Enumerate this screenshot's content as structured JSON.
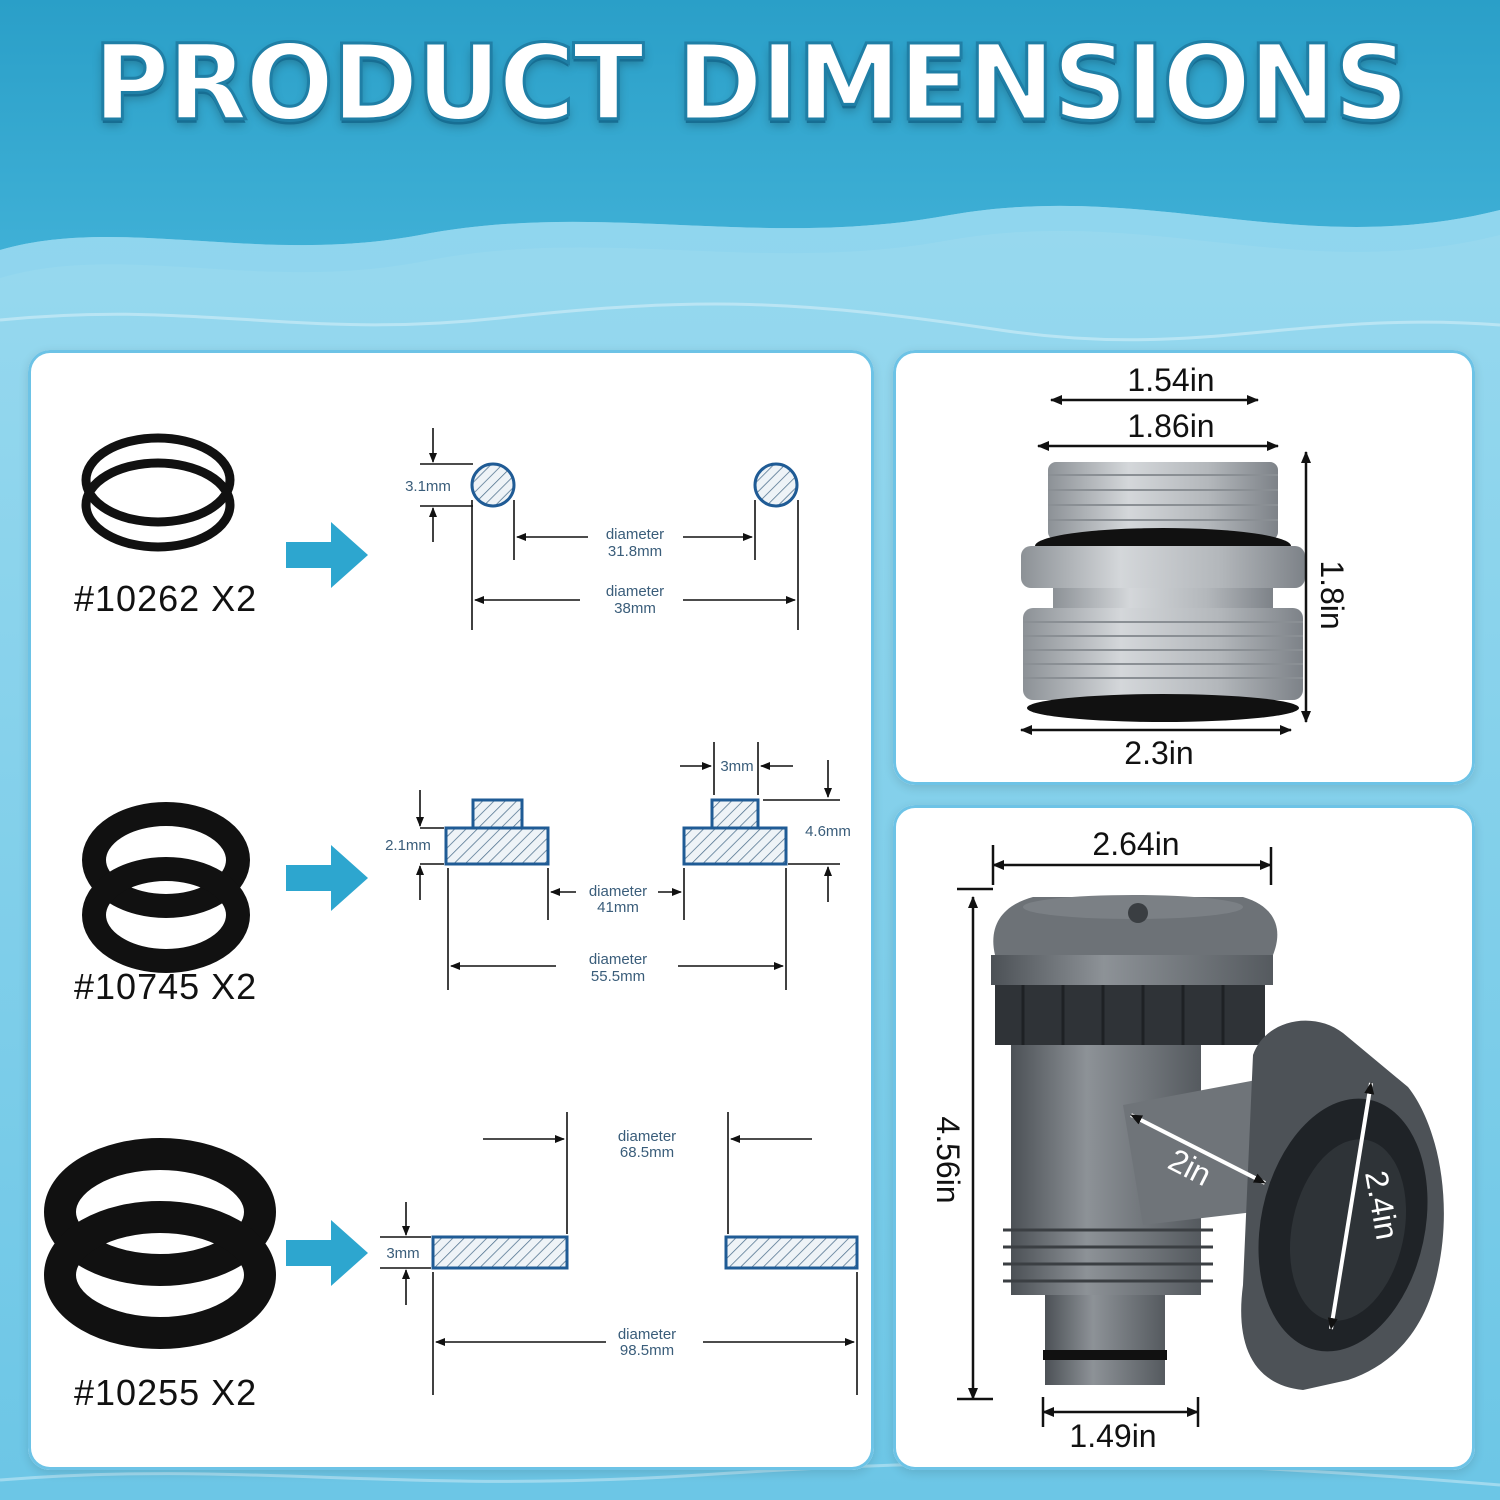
{
  "title": "PRODUCT DIMENSIONS",
  "colors": {
    "accent": "#2da6cf",
    "section_blue": "#1f5b95",
    "panel_border": "#6dc3e6",
    "water": "#7fd0ea",
    "banner": "#2a9fc8"
  },
  "left_panel": {
    "parts": [
      {
        "label": "#10262 X2",
        "icon": "o-ring-pair-icon",
        "cross_section": "3.1mm",
        "inner_label": "diameter",
        "inner_value": "31.8mm",
        "outer_label": "diameter",
        "outer_value": "38mm"
      },
      {
        "label": "#10745 X2",
        "icon": "stepped-washer-pair-icon",
        "height_a": "2.1mm",
        "step_width": "3mm",
        "height_b": "4.6mm",
        "inner_label": "diameter",
        "inner_value": "41mm",
        "outer_label": "diameter",
        "outer_value": "55.5mm"
      },
      {
        "label": "#10255 X2",
        "icon": "flat-washer-pair-icon",
        "thickness": "3mm",
        "inner_label": "diameter",
        "inner_value": "68.5mm",
        "outer_label": "diameter",
        "outer_value": "98.5mm"
      }
    ]
  },
  "adapter_panel": {
    "icon": "threaded-adapter-icon",
    "top_inner": "1.54in",
    "top_outer": "1.86in",
    "height": "1.8in",
    "bottom": "2.3in"
  },
  "valve_panel": {
    "icon": "plunger-valve-icon",
    "width": "2.64in",
    "height": "4.56in",
    "port_length": "2in",
    "port_diameter": "2.4in",
    "bottom": "1.49in"
  }
}
